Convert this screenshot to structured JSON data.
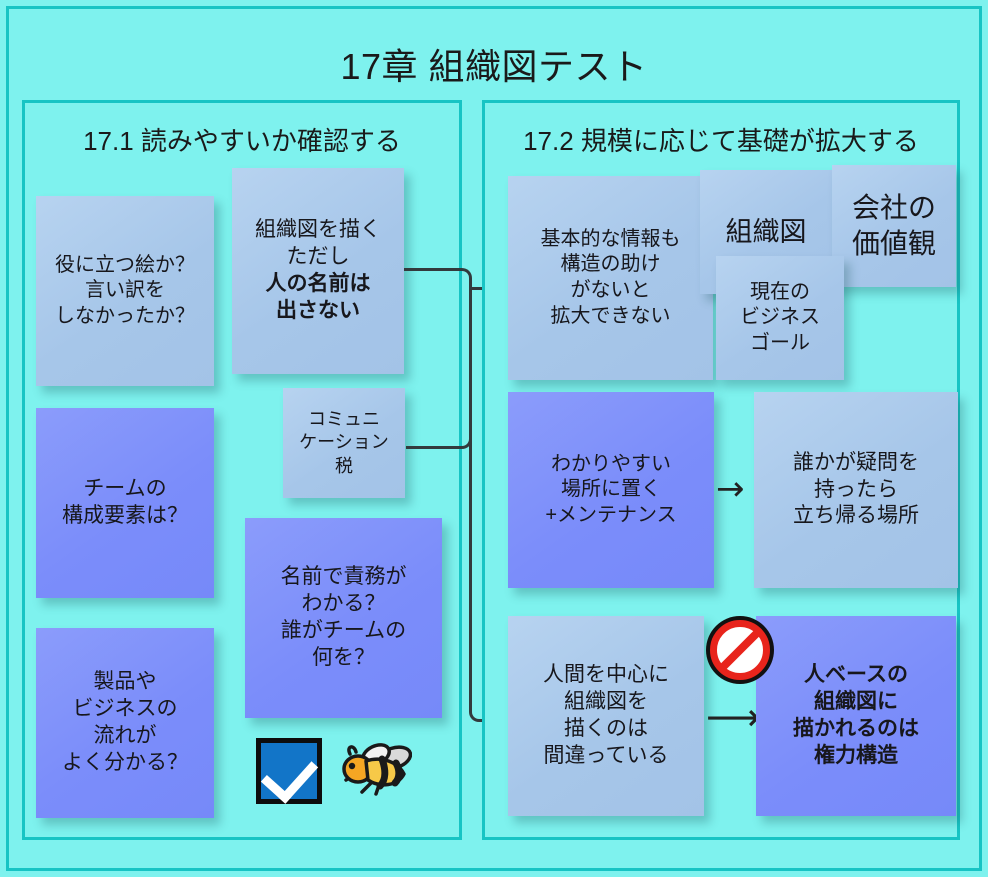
{
  "title": "17章 組織図テスト",
  "colors": {
    "background": "#7ef2ee",
    "frame_border": "#17c4c4",
    "note_blue": "#a6c6e9",
    "note_purple": "#7b8dfa",
    "connector": "#333a3d",
    "check_blue": "#1275c8",
    "prohibit_red": "#e8241c"
  },
  "panels": {
    "left": {
      "title": "17.1 読みやすいか確認する",
      "notes": [
        {
          "id": "useful-picture",
          "color": "blue",
          "lines": [
            {
              "text": "役に立つ絵か？",
              "bold": false
            },
            {
              "text": "言い訳を",
              "bold": false
            },
            {
              "text": "しなかったか？",
              "bold": false
            }
          ]
        },
        {
          "id": "draw-org-chart-no-names",
          "color": "blue",
          "lines": [
            {
              "text": "組織図を描く",
              "bold": false
            },
            {
              "text": "ただし",
              "bold": false
            },
            {
              "text": "人の名前は",
              "bold": true
            },
            {
              "text": "出さない",
              "bold": true
            }
          ]
        },
        {
          "id": "communication-tax",
          "color": "blue",
          "lines": [
            {
              "text": "コミュニ",
              "bold": false
            },
            {
              "text": "ケーション",
              "bold": false
            },
            {
              "text": "税",
              "bold": false
            }
          ]
        },
        {
          "id": "team-components",
          "color": "purple",
          "lines": [
            {
              "text": "チームの",
              "bold": false
            },
            {
              "text": "構成要素は？",
              "bold": false
            }
          ]
        },
        {
          "id": "responsibility-by-name",
          "color": "purple",
          "lines": [
            {
              "text": "名前で責務が",
              "bold": false
            },
            {
              "text": "わかる？",
              "bold": false
            },
            {
              "text": "誰がチームの",
              "bold": false
            },
            {
              "text": "何を？",
              "bold": false
            }
          ]
        },
        {
          "id": "product-business-flow",
          "color": "purple",
          "lines": [
            {
              "text": "製品や",
              "bold": false
            },
            {
              "text": "ビジネスの",
              "bold": false
            },
            {
              "text": "流れが",
              "bold": false
            },
            {
              "text": "よく分かる？",
              "bold": false
            }
          ]
        }
      ],
      "icons": [
        {
          "id": "check-mark",
          "name": "white-check-mark-icon"
        },
        {
          "id": "bee",
          "name": "honeybee-icon"
        }
      ]
    },
    "right": {
      "title": "17.2 規模に応じて基礎が拡大する",
      "notes": [
        {
          "id": "basic-info-needs-structure",
          "color": "blue",
          "lines": [
            {
              "text": "基本的な情報も",
              "bold": false
            },
            {
              "text": "構造の助け",
              "bold": false
            },
            {
              "text": "がないと",
              "bold": false
            },
            {
              "text": "拡大できない",
              "bold": false
            }
          ]
        },
        {
          "id": "org-chart",
          "color": "blue",
          "lines": [
            {
              "text": "組織図",
              "bold": false
            }
          ]
        },
        {
          "id": "current-business-goal",
          "color": "blue",
          "lines": [
            {
              "text": "現在の",
              "bold": false
            },
            {
              "text": "ビジネス",
              "bold": false
            },
            {
              "text": "ゴール",
              "bold": false
            }
          ]
        },
        {
          "id": "company-values",
          "color": "blue",
          "lines": [
            {
              "text": "会社の",
              "bold": false
            },
            {
              "text": "価値観",
              "bold": false
            }
          ]
        },
        {
          "id": "easy-place-maintenance",
          "color": "purple",
          "lines": [
            {
              "text": "わかりやすい",
              "bold": false
            },
            {
              "text": "場所に置く",
              "bold": false
            },
            {
              "text": "+メンテナンス",
              "bold": false
            }
          ]
        },
        {
          "id": "place-to-return",
          "color": "blue",
          "lines": [
            {
              "text": "誰かが疑問を",
              "bold": false
            },
            {
              "text": "持ったら",
              "bold": false
            },
            {
              "text": "立ち帰る場所",
              "bold": false
            }
          ]
        },
        {
          "id": "human-centric-is-wrong",
          "color": "blue",
          "lines": [
            {
              "text": "人間を中心に",
              "bold": false
            },
            {
              "text": "組織図を",
              "bold": false
            },
            {
              "text": "描くのは",
              "bold": false
            },
            {
              "text": "間違っている",
              "bold": false
            }
          ]
        },
        {
          "id": "power-structure",
          "color": "purple",
          "lines": [
            {
              "text": "人ベースの",
              "bold": true
            },
            {
              "text": "組織図に",
              "bold": true
            },
            {
              "text": "描かれるのは",
              "bold": true
            },
            {
              "text": "権力構造",
              "bold": true
            }
          ]
        }
      ],
      "icons": [
        {
          "id": "prohibited",
          "name": "prohibited-sign-icon"
        }
      ],
      "arrows": [
        {
          "id": "arrow-middle",
          "glyph": "→"
        },
        {
          "id": "arrow-bottom",
          "glyph": "⟶"
        }
      ]
    }
  }
}
